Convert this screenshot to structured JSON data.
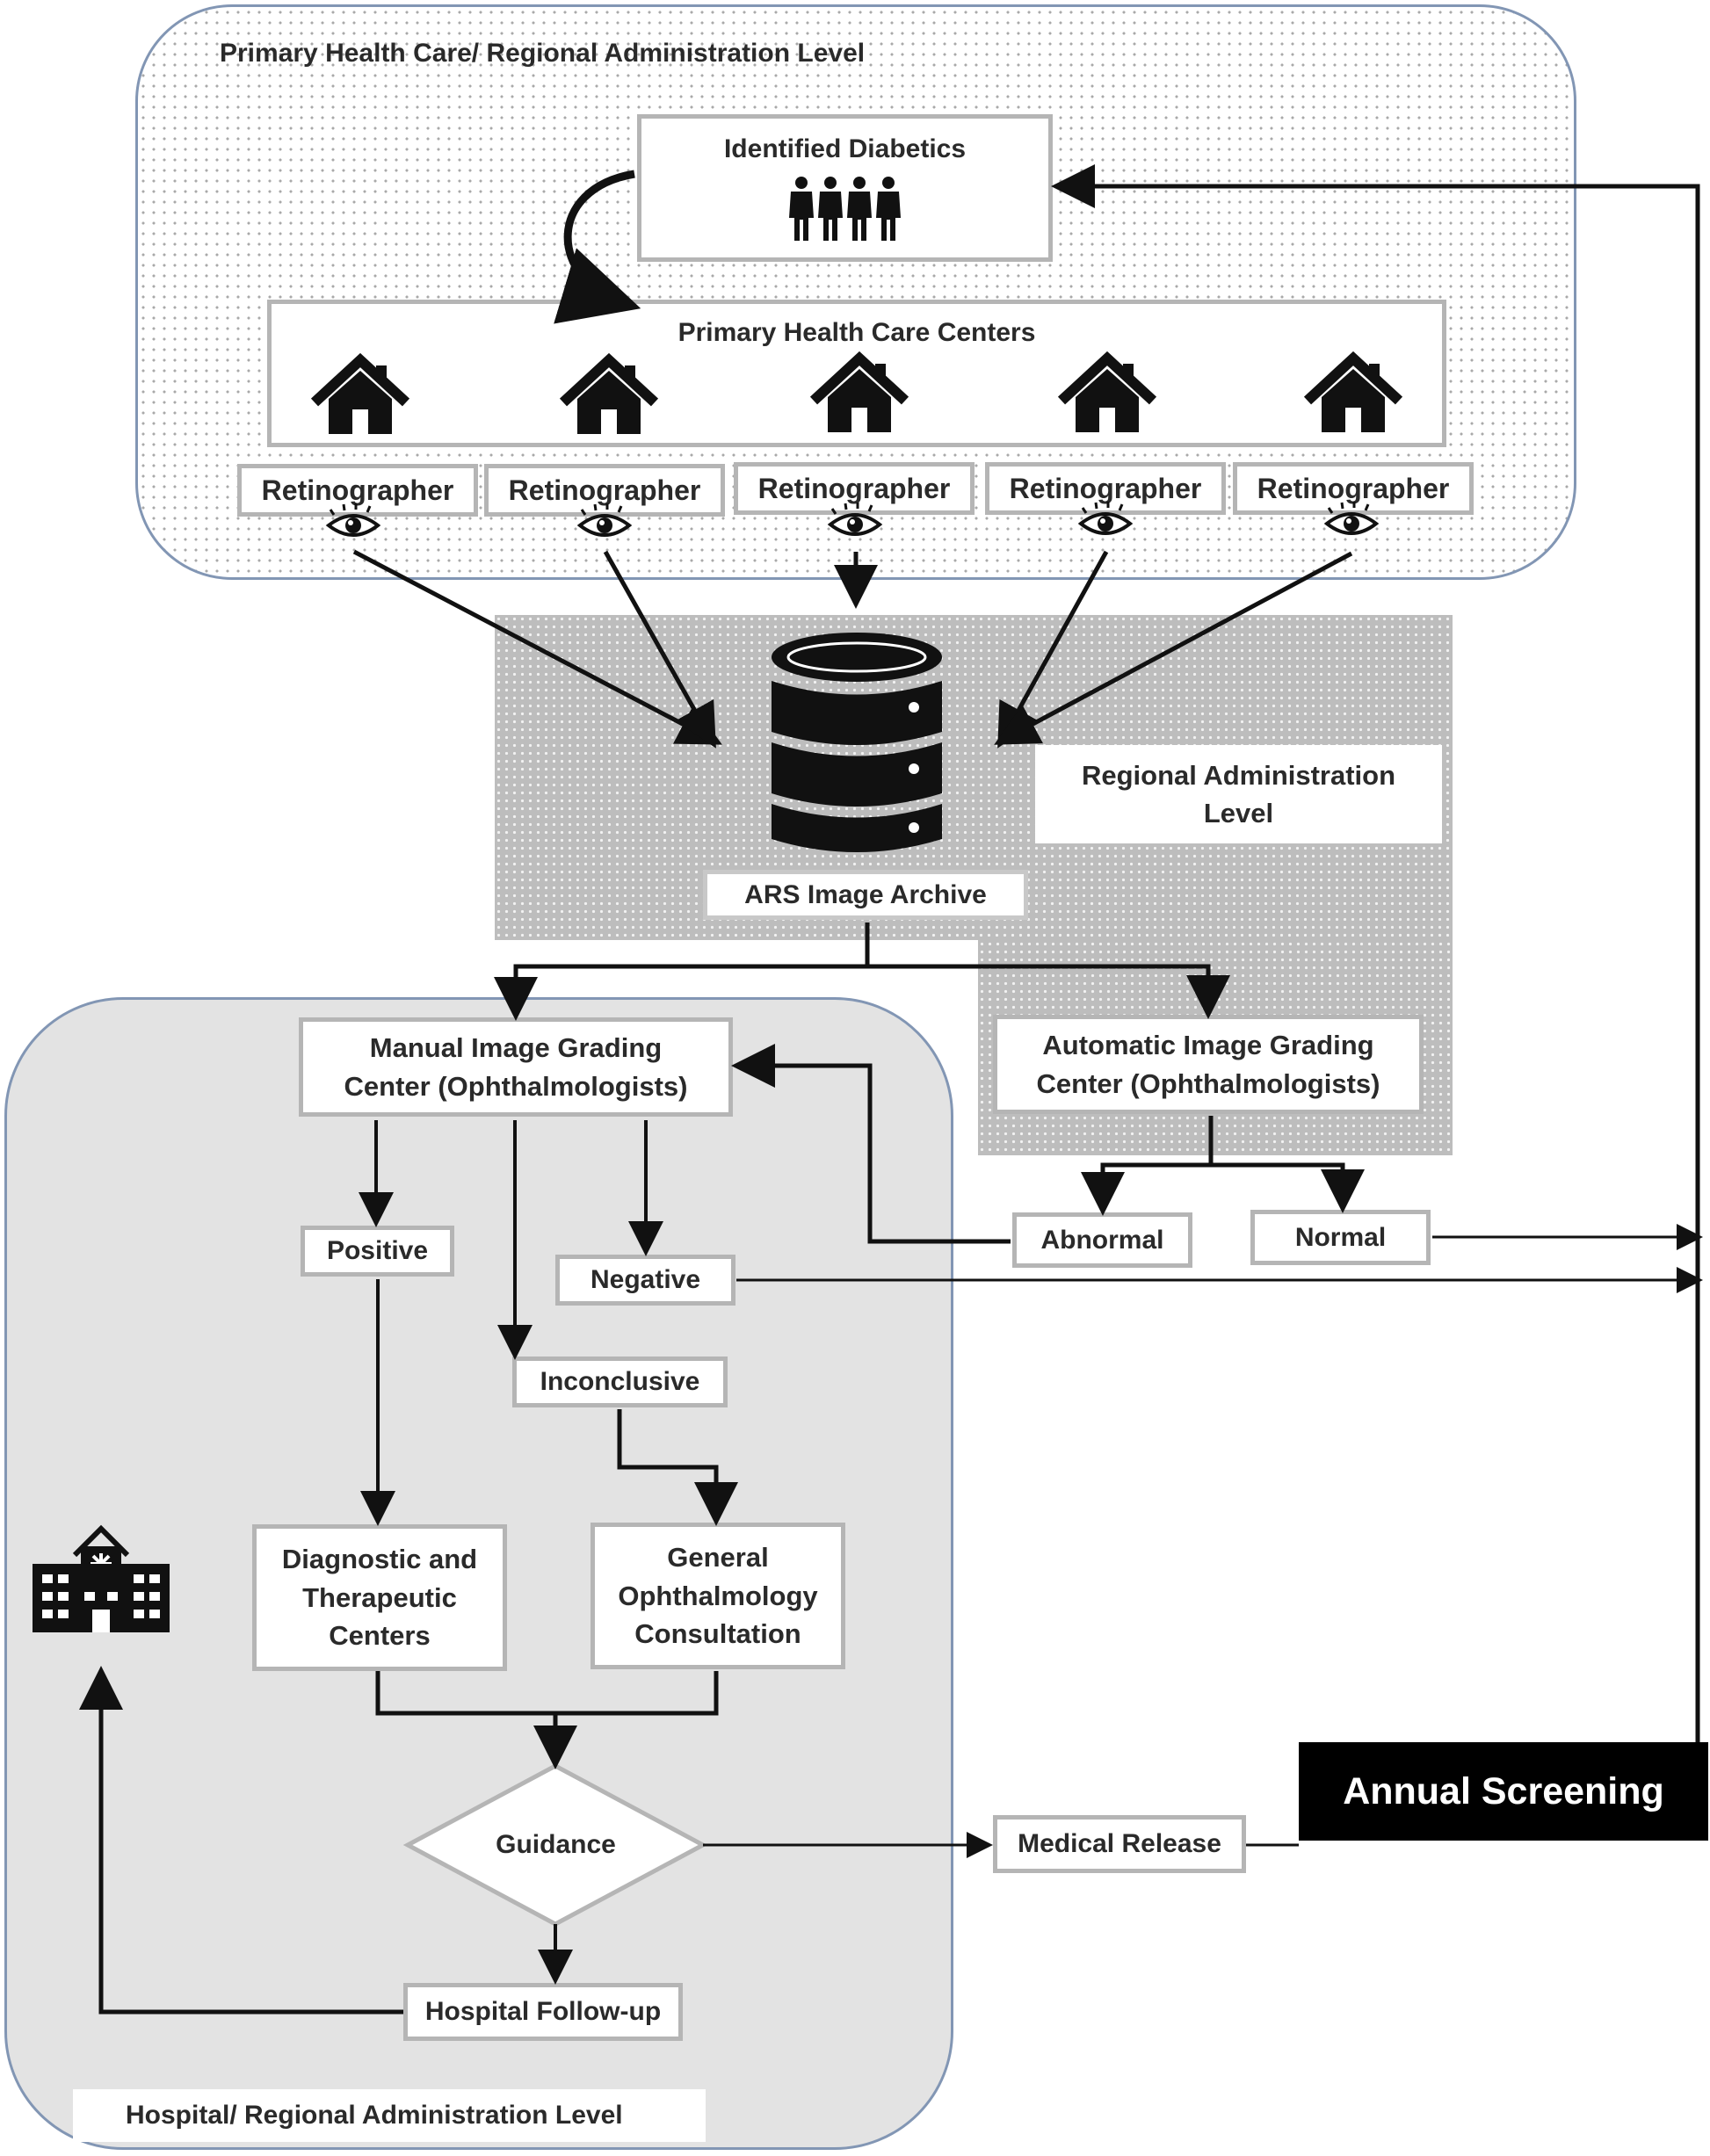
{
  "regions": {
    "primary_level_title": "Primary Health Care/ Regional Administration Level",
    "regional_admin_title": "Regional Administration\nLevel",
    "hospital_level_title": "Hospital/ Regional Administration Level"
  },
  "nodes": {
    "identified_diabetics": "Identified Diabetics",
    "primary_centers": "Primary Health Care Centers",
    "retinographers": [
      "Retinographer",
      "Retinographer",
      "Retinographer",
      "Retinographer",
      "Retinographer"
    ],
    "image_archive": "ARS Image Archive",
    "manual_grading": "Manual Image Grading\nCenter (Ophthalmologists)",
    "automatic_grading": "Automatic Image Grading\nCenter (Ophthalmologists)",
    "positive": "Positive",
    "negative": "Negative",
    "inconclusive": "Inconclusive",
    "abnormal": "Abnormal",
    "normal": "Normal",
    "diagnostic_centers": "Diagnostic and\nTherapeutic\nCenters",
    "general_consultation": "General\nOphthalmology\nConsultation",
    "guidance": "Guidance",
    "medical_release": "Medical Release",
    "hospital_followup": "Hospital Follow-up",
    "annual_screening": "Annual Screening"
  },
  "icons": {
    "people": "people-group-icon",
    "house": "house-icon",
    "eye": "eye-icon",
    "database": "database-icon",
    "hospital": "hospital-icon"
  },
  "colors": {
    "arrow": "#111111",
    "box_border": "#b5b5b5",
    "annual_bg": "#000000"
  }
}
